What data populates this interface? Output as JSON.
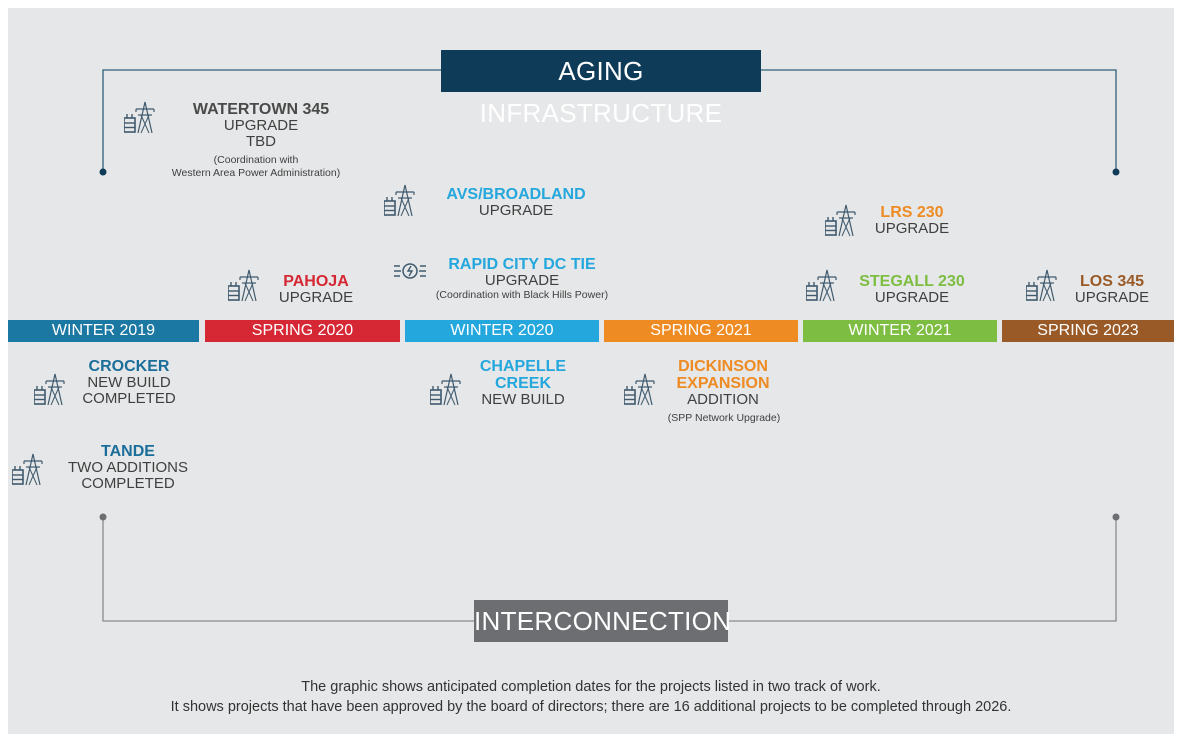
{
  "banners": {
    "aging": "AGING INFRASTRUCTURE",
    "interconnection": "INTERCONNECTION"
  },
  "segments": [
    {
      "label": "WINTER 2019",
      "color": "#1b78a3"
    },
    {
      "label": "SPRING 2020",
      "color": "#d62734"
    },
    {
      "label": "WINTER 2020",
      "color": "#24a7dd"
    },
    {
      "label": "SPRING 2021",
      "color": "#ee8b23"
    },
    {
      "label": "WINTER 2021",
      "color": "#7dbd42"
    },
    {
      "label": "SPRING 2023",
      "color": "#9a5a27"
    }
  ],
  "colors": {
    "winter2019": "#1b78a3",
    "spring2020": "#d62734",
    "winter2020": "#24a7dd",
    "spring2021": "#ee8b23",
    "winter2021": "#7dbd42",
    "spring2023": "#9a5a27",
    "icon": "#3f5a6e"
  },
  "projects": {
    "watertown": {
      "name": "WATERTOWN 345",
      "l1": "UPGRADE",
      "l2": "TBD",
      "note1": "(Coordination with",
      "note2": "Western Area Power Administration)",
      "icon": "transmission-tower-icon"
    },
    "avs": {
      "name": "AVS/BROADLAND",
      "l1": "UPGRADE",
      "icon": "transmission-tower-icon"
    },
    "lrs": {
      "name": "LRS 230",
      "l1": "UPGRADE",
      "icon": "transmission-tower-icon"
    },
    "pahoja": {
      "name": "PAHOJA",
      "l1": "UPGRADE",
      "icon": "transmission-tower-icon"
    },
    "rapid": {
      "name": "RAPID CITY DC TIE",
      "l1": "UPGRADE",
      "note1": "(Coordination with Black Hills Power)",
      "icon": "dc-tie-icon"
    },
    "stegall": {
      "name": "STEGALL 230",
      "l1": "UPGRADE",
      "icon": "transmission-tower-icon"
    },
    "los": {
      "name": "LOS 345",
      "l1": "UPGRADE",
      "icon": "transmission-tower-icon"
    },
    "crocker": {
      "name": "CROCKER",
      "l1": "NEW BUILD",
      "l2": "COMPLETED",
      "icon": "transmission-tower-icon"
    },
    "tande": {
      "name": "TANDE",
      "l1": "TWO ADDITIONS",
      "l2": "COMPLETED",
      "icon": "transmission-tower-icon"
    },
    "chapelle": {
      "name1": "CHAPELLE",
      "name2": "CREEK",
      "l1": "NEW BUILD",
      "icon": "transmission-tower-icon"
    },
    "dickinson": {
      "name1": "DICKINSON",
      "name2": "EXPANSION",
      "l1": "ADDITION",
      "note1": "(SPP Network Upgrade)",
      "icon": "transmission-tower-icon"
    }
  },
  "footer": {
    "line1": "The graphic shows anticipated completion dates for the projects listed in two track of work.",
    "line2": "It shows projects that have been approved by the board of directors; there are 16 additional projects to be completed through 2026."
  }
}
